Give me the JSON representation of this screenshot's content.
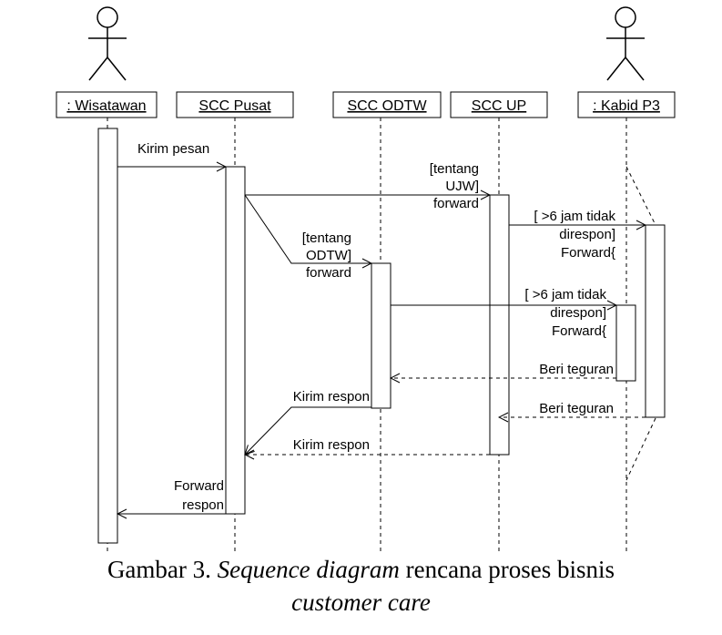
{
  "lifelines": {
    "wisatawan": ": Wisatawan",
    "scc_pusat": "SCC Pusat",
    "scc_odtw": "SCC ODTW",
    "scc_up": "SCC UP",
    "kabid_p3": ": Kabid P3"
  },
  "messages": {
    "kirim_pesan": "Kirim pesan",
    "tentang_ujw": [
      "[tentang",
      "UJW]",
      "forward"
    ],
    "tentang_odtw": [
      "[tentang",
      "ODTW]",
      "forward"
    ],
    "escalate_up": [
      "[ >6 jam tidak",
      "direspon]",
      "Forward{"
    ],
    "escalate_odtw": [
      "[ >6 jam tidak",
      "direspon]",
      "Forward{"
    ],
    "beri_teguran_odtw": "Beri teguran",
    "beri_teguran_up": "Beri teguran",
    "kirim_respon_odtw": "Kirim respon",
    "kirim_respon_up": "Kirim respon",
    "forward_respon": [
      "Forward",
      "respon"
    ]
  },
  "caption": {
    "prefix": "Gambar 3. ",
    "italic1": "Sequence diagram",
    "rest": " rencana proses bisnis",
    "line2": "customer care"
  }
}
